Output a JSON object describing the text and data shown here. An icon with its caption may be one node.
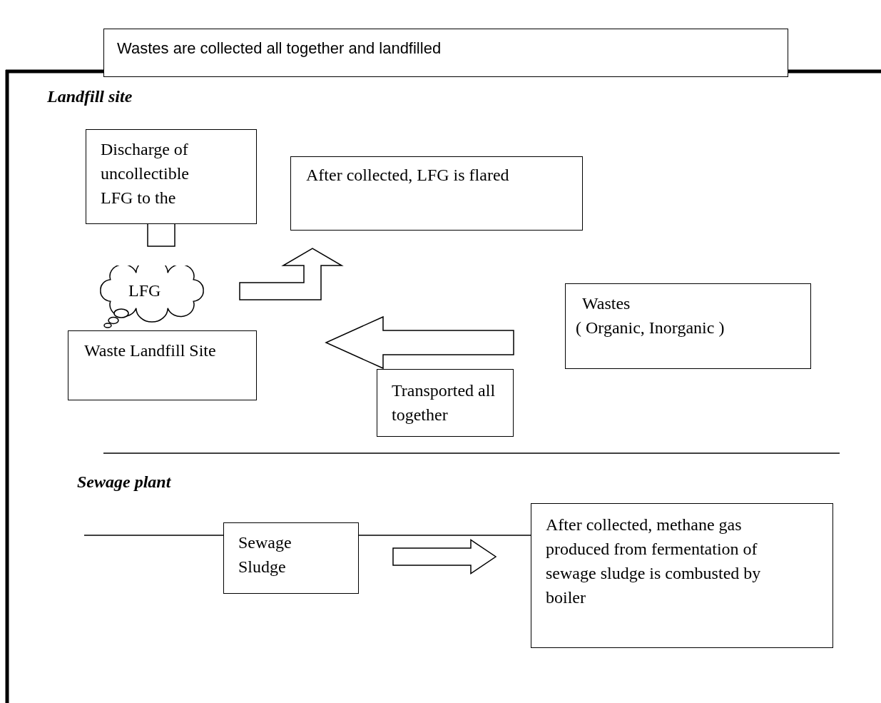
{
  "diagram": {
    "nodes": [
      {
        "text": [
          "Wastes are collected all together and landfilled"
        ]
      },
      {
        "text": [
          "Discharge of uncollectible LFG to the"
        ]
      },
      {
        "text": [
          "After collected, LFG is flared"
        ]
      },
      {
        "text": [
          "LFG"
        ]
      },
      {
        "text": [
          "Wastes",
          "( Organic, Inorganic )"
        ]
      },
      {
        "text": [
          "Waste Landfill Site"
        ]
      },
      {
        "text": [
          "Transported all together"
        ]
      },
      {
        "text": [
          "Sewage Sludge"
        ]
      },
      {
        "text": [
          "After collected, methane gas produced from fermentation of sewage sludge is combusted by boiler"
        ]
      }
    ],
    "edges": [
      {
        "from": 3,
        "to": 2,
        "arrow": "to",
        "style": "thick"
      },
      {
        "from": 4,
        "to": 5,
        "arrow": "to",
        "style": "thick"
      },
      {
        "from": null,
        "to": 7,
        "arrow": "none"
      },
      {
        "from": 7,
        "to": 8,
        "arrow": "none"
      },
      {
        "from": 7,
        "to": 8,
        "arrow": "to",
        "style": "thick"
      }
    ],
    "labels": [
      "Landfill site",
      "Sewage plant"
    ]
  }
}
